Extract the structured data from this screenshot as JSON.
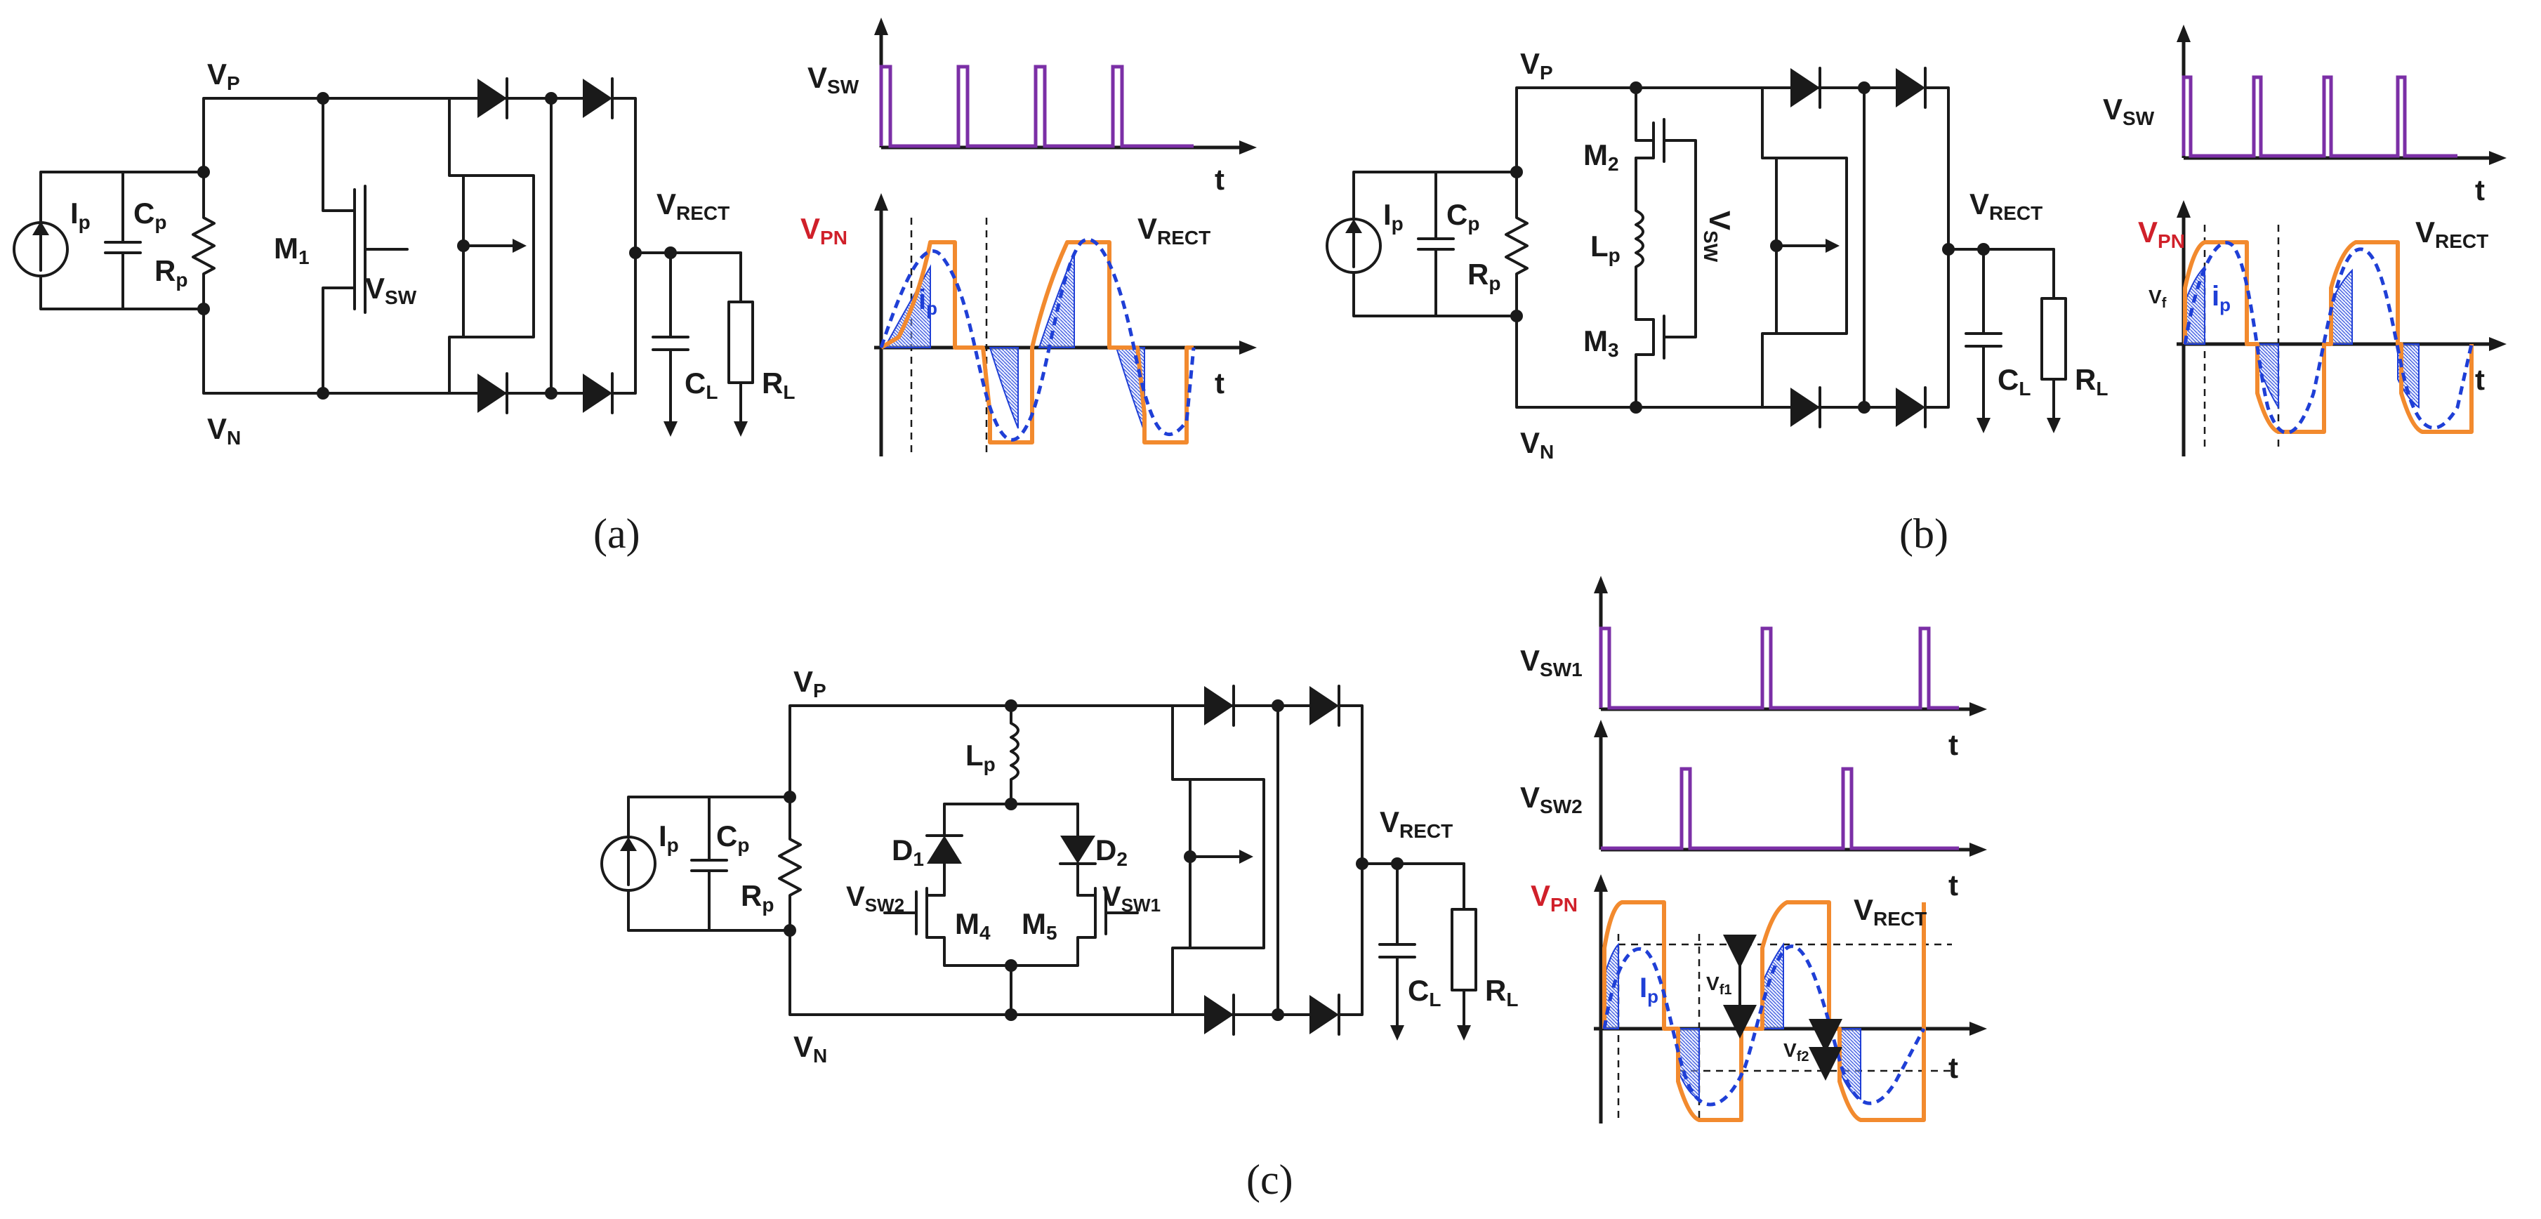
{
  "panels": {
    "a": {
      "caption": "(a)",
      "labels": {
        "vp": "V",
        "vp_sub": "P",
        "vn": "V",
        "vn_sub": "N",
        "ip": "I",
        "ip_sub": "p",
        "cp": "C",
        "cp_sub": "p",
        "rp": "R",
        "rp_sub": "p",
        "m1": "M",
        "m1_sub": "1",
        "vsw_gate": "V",
        "vsw_gate_sub": "SW",
        "vrect": "V",
        "vrect_sub": "RECT",
        "cl": "C",
        "cl_sub": "L",
        "rl": "R",
        "rl_sub": "L"
      },
      "plot": {
        "vsw": "V",
        "vsw_sub": "SW",
        "t1": "t",
        "vpn": "V",
        "vpn_sub": "PN",
        "vrect": "V",
        "vrect_sub": "RECT",
        "ip": "i",
        "ip_sub": "p",
        "t2": "t"
      }
    },
    "b": {
      "caption": "(b)",
      "labels": {
        "vp": "V",
        "vp_sub": "P",
        "vn": "V",
        "vn_sub": "N",
        "ip": "I",
        "ip_sub": "p",
        "cp": "C",
        "cp_sub": "p",
        "rp": "R",
        "rp_sub": "p",
        "m2": "M",
        "m2_sub": "2",
        "m3": "M",
        "m3_sub": "3",
        "lp": "L",
        "lp_sub": "p",
        "vsw_gate": "V",
        "vsw_gate_sub": "SW",
        "vrect": "V",
        "vrect_sub": "RECT",
        "cl": "C",
        "cl_sub": "L",
        "rl": "R",
        "rl_sub": "L"
      },
      "plot": {
        "vsw": "V",
        "vsw_sub": "SW",
        "t1": "t",
        "vpn": "V",
        "vpn_sub": "PN",
        "vrect": "V",
        "vrect_sub": "RECT",
        "vf": "V",
        "vf_sub": "f",
        "ip": "i",
        "ip_sub": "p",
        "t2": "t"
      }
    },
    "c": {
      "caption": "(c)",
      "labels": {
        "vp": "V",
        "vp_sub": "P",
        "vn": "V",
        "vn_sub": "N",
        "ip": "I",
        "ip_sub": "p",
        "cp": "C",
        "cp_sub": "p",
        "rp": "R",
        "rp_sub": "p",
        "lp": "L",
        "lp_sub": "p",
        "d1": "D",
        "d1_sub": "1",
        "d2": "D",
        "d2_sub": "2",
        "m4": "M",
        "m4_sub": "4",
        "m5": "M",
        "m5_sub": "5",
        "vsw2_gate": "V",
        "vsw2_gate_sub": "SW2",
        "vsw1_gate": "V",
        "vsw1_gate_sub": "SW1",
        "vrect": "V",
        "vrect_sub": "RECT",
        "cl": "C",
        "cl_sub": "L",
        "rl": "R",
        "rl_sub": "L"
      },
      "plot": {
        "vsw1": "V",
        "vsw1_sub": "SW1",
        "t1": "t",
        "vsw2": "V",
        "vsw2_sub": "SW2",
        "t2": "t",
        "vpn": "V",
        "vpn_sub": "PN",
        "vrect": "V",
        "vrect_sub": "RECT",
        "ip": "I",
        "ip_sub": "p",
        "vf1": "V",
        "vf1_sub": "f1",
        "vf2": "V",
        "vf2_sub": "f2",
        "t3": "t"
      }
    }
  },
  "colors": {
    "vsw": "#7b2fa6",
    "vpn": "#f28a2e",
    "vpn_label": "#d0202a",
    "ip": "#1f3fd6",
    "wire": "#1a1a1a"
  }
}
